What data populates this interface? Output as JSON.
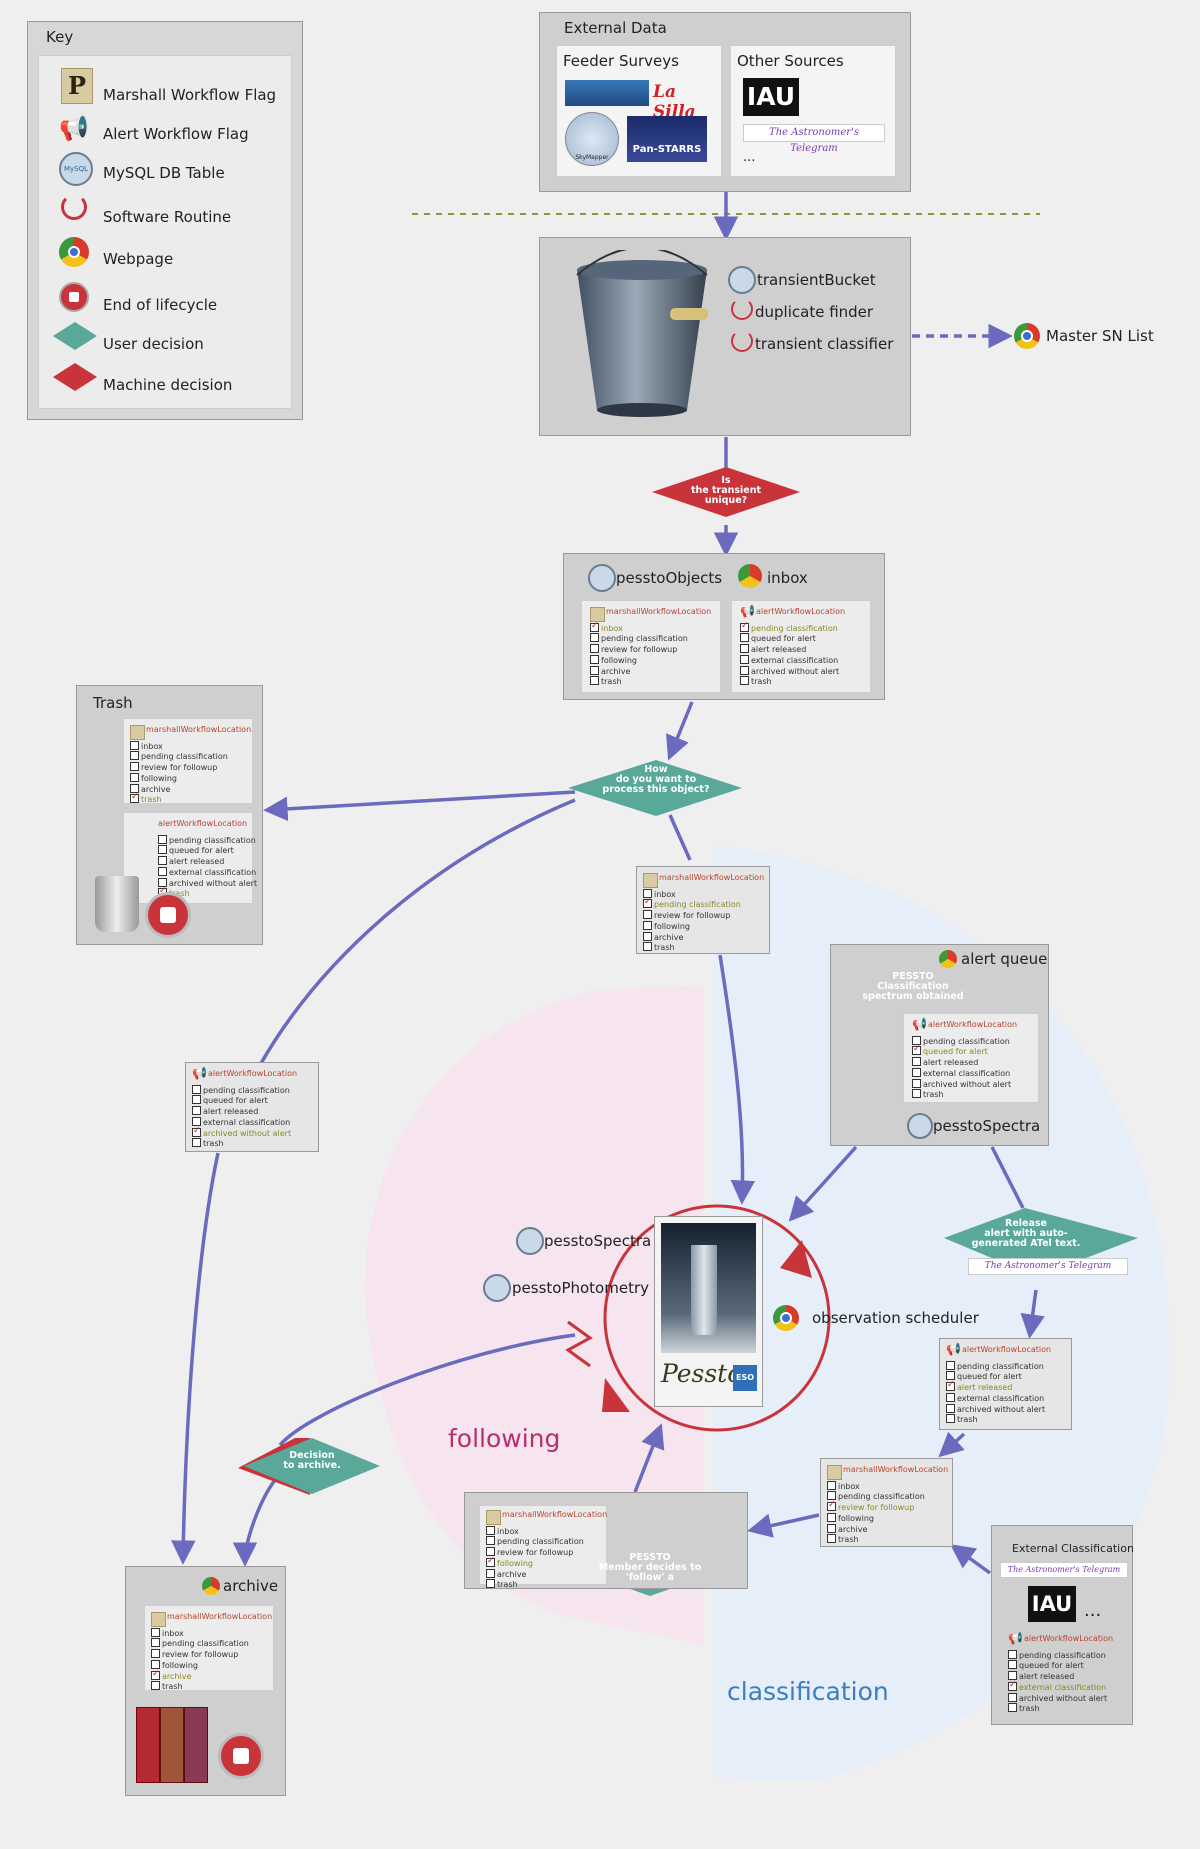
{
  "key": {
    "title": "Key",
    "items": [
      {
        "icon": "marshall-flag-icon",
        "label": "Marshall Workflow Flag"
      },
      {
        "icon": "alert-megaphone-icon",
        "label": "Alert Workflow Flag"
      },
      {
        "icon": "mysql-db-icon",
        "label": "MySQL DB Table"
      },
      {
        "icon": "software-routine-icon",
        "label": "Software Routine"
      },
      {
        "icon": "webpage-icon",
        "label": "Webpage"
      },
      {
        "icon": "end-of-lifecycle-icon",
        "label": "End of lifecycle"
      },
      {
        "icon": "user-decision-diamond",
        "label": "User decision"
      },
      {
        "icon": "machine-decision-diamond",
        "label": "Machine decision"
      }
    ]
  },
  "external_data": {
    "title": "External Data",
    "feeder_title": "Feeder Surveys",
    "feeder_logos": [
      "La Silla",
      "SkyMapper",
      "Pan-STARRS"
    ],
    "other_title": "Other Sources",
    "other_logos": [
      "IAU",
      "The Astronomer's Telegram"
    ],
    "other_more": "..."
  },
  "bucket": {
    "table": "transientBucket",
    "routine1": "duplicate finder",
    "routine2": "transient classifier",
    "master_list": "Master SN List"
  },
  "decisions": {
    "unique": [
      "Is",
      "the transient",
      "unique?"
    ],
    "process": [
      "How",
      "do you want to",
      "process this object?"
    ],
    "pessto_class": [
      "PESSTO",
      "Classification",
      "spectrum obtained"
    ],
    "release": [
      "Release",
      "alert with auto-",
      "generated ATel text."
    ],
    "archive": [
      "Decision",
      "to archive."
    ],
    "follow": [
      "PESSTO",
      "Member decides to",
      "'follow' a"
    ]
  },
  "inbox_box": {
    "table": "pesstoObjects",
    "page": "inbox"
  },
  "trash_title": "Trash",
  "alert_queue": {
    "page": "alert queue",
    "table": "pesstoSpectra"
  },
  "center": {
    "spectra": "pesstoSpectra",
    "photometry": "pesstoPhotometry",
    "scheduler": "observation scheduler",
    "logo_text": "Pessto",
    "eso": "ESO"
  },
  "regions": {
    "following": "following",
    "classification": "classification"
  },
  "archive_title": "archive",
  "ext_class": {
    "title": "External Classification",
    "atel": "The Astronomer's Telegram",
    "iau": "IAU",
    "more": "..."
  },
  "atel": "The Astronomer's Telegram",
  "marshall_title": "marshallWorkflowLocation",
  "alert_title": "alertWorkflowLocation",
  "marshall_opts": [
    "inbox",
    "pending classification",
    "review for followup",
    "following",
    "archive",
    "trash"
  ],
  "alert_opts": [
    "pending classification",
    "queued for alert",
    "alert released",
    "external classification",
    "archived without alert",
    "trash"
  ],
  "colors": {
    "user_decision": "#5aa89a",
    "machine_decision": "#c9343a",
    "arrow": "#6a6abf",
    "following_bg": "#f6e4ee",
    "classification_bg": "#e5edf8",
    "following_text": "#b5306e",
    "classification_text": "#3a7fc0"
  }
}
